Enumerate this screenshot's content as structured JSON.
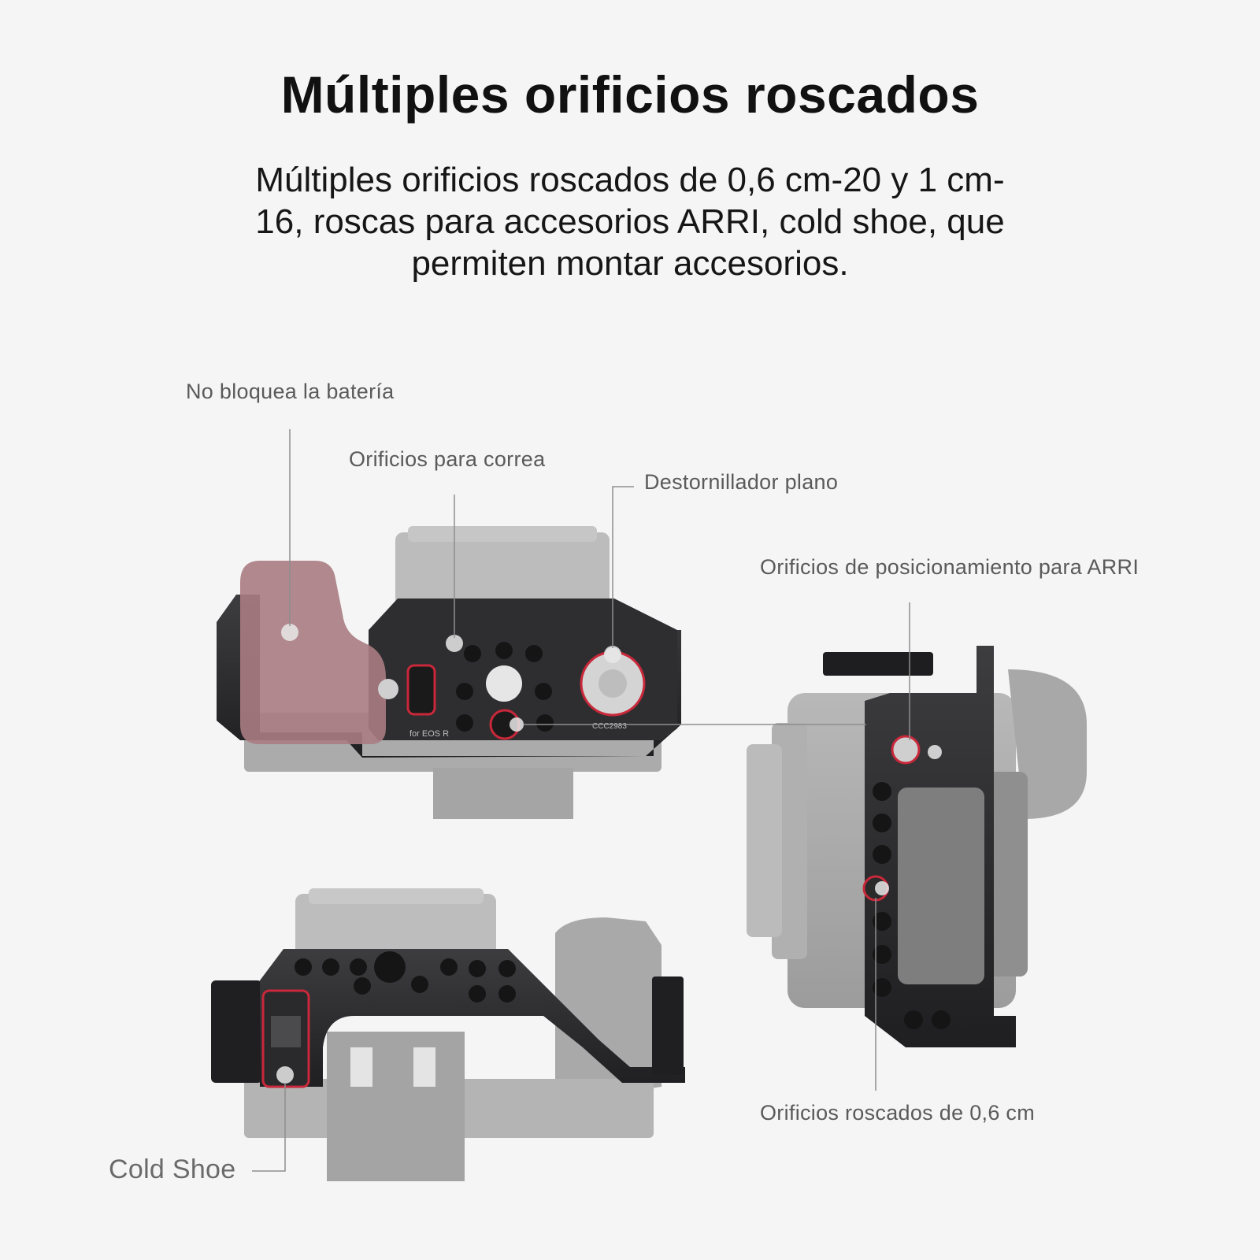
{
  "header": {
    "title": "Múltiples orificios roscados",
    "subtitle": "Múltiples orificios roscados de 0,6 cm-20 y 1 cm-16, roscas para accesorios ARRI, cold shoe, que permiten montar accesorios."
  },
  "callouts": {
    "battery": "No bloquea la batería",
    "strap": "Orificios para correa",
    "screwdriver": "Destornillador plano",
    "arri": "Orificios de posicionamiento para ARRI",
    "cold_shoe": "Cold Shoe",
    "threaded": "Orificios roscados de 0,6 cm"
  },
  "engravings": {
    "model": "for EOS R",
    "code": "CCC2983"
  },
  "colors": {
    "highlight": "#c8283a",
    "cage_metal": "#2b2b2d",
    "camera_ghost": "#a9a9a9",
    "grip_tint": "#a87c82"
  }
}
